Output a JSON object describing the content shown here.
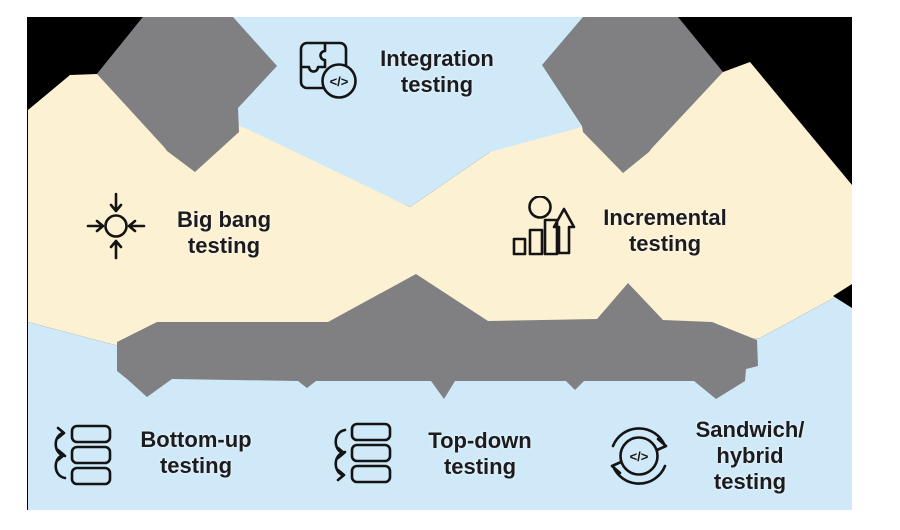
{
  "colors": {
    "page_white": "#ffffff",
    "canvas_black": "#000000",
    "blue_region": "#cfe9f9",
    "cream_region": "#fdf1d3",
    "arrow_gray": "#808082",
    "label_text": "#1c1c1e",
    "icon_stroke": "#141414"
  },
  "nodes": {
    "integration": {
      "label": "Integration\ntesting",
      "icon": "puzzle-code-icon"
    },
    "big_bang": {
      "label": "Big bang\ntesting",
      "icon": "converging-arrows-icon"
    },
    "incremental": {
      "label": "Incremental\ntesting",
      "icon": "growth-bars-arrow-icon"
    },
    "bottom_up": {
      "label": "Bottom-up\ntesting",
      "icon": "stack-arrows-up-icon"
    },
    "top_down": {
      "label": "Top-down\ntesting",
      "icon": "stack-arrows-down-icon"
    },
    "sandwich": {
      "label": "Sandwich/\nhybrid\ntesting",
      "icon": "cycle-code-icon"
    }
  },
  "icon_glyphs": {
    "code": "</>"
  }
}
